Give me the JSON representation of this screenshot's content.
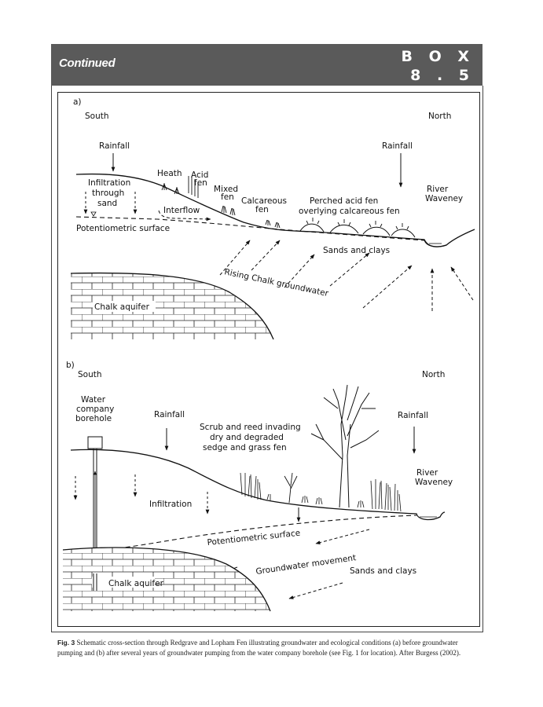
{
  "header": {
    "title": "Continued",
    "box_word": "BOX",
    "box_number": "8.5",
    "box_line1": "B O X",
    "box_line2": "8 . 5"
  },
  "panel_a": {
    "label": "a)",
    "south": "South",
    "north": "North",
    "rainfall_left": "Rainfall",
    "rainfall_right": "Rainfall",
    "infiltration": [
      "Infiltration",
      "through",
      "sand"
    ],
    "heath": "Heath",
    "acid_fen": [
      "Acid",
      "fen"
    ],
    "mixed_fen": [
      "Mixed",
      "fen"
    ],
    "calcareous_fen": [
      "Calcareous",
      "fen"
    ],
    "perched": [
      "Perched acid fen",
      "overlying calcareous fen"
    ],
    "river": [
      "River",
      "Waveney"
    ],
    "interflow": "Interflow",
    "potentiometric": "Potentiometric surface",
    "sands_clays": "Sands and clays",
    "rising": "Rising Chalk groundwater",
    "chalk": "Chalk aquifer"
  },
  "panel_b": {
    "label": "b)",
    "south": "South",
    "north": "North",
    "borehole": [
      "Water",
      "company",
      "borehole"
    ],
    "rainfall_left": "Rainfall",
    "rainfall_right": "Rainfall",
    "scrub": [
      "Scrub and reed invading",
      "dry and degraded",
      "sedge and grass fen"
    ],
    "river": [
      "River",
      "Waveney"
    ],
    "infiltration": "Infiltration",
    "potentiometric": "Potentiometric  surface",
    "groundwater": "Groundwater movement",
    "sands_clays": "Sands and clays",
    "chalk": "Chalk aquifer"
  },
  "caption": {
    "fig": "Fig. 3",
    "text": "Schematic cross-section through Redgrave and Lopham Fen illustrating groundwater and ecological conditions (a) before groundwater pumping and (b) after several years of groundwater pumping from the water company borehole (see Fig. 1 for location). After Burgess (2002)."
  },
  "colors": {
    "header_bg": "#5a5a5a",
    "ink": "#111111"
  }
}
